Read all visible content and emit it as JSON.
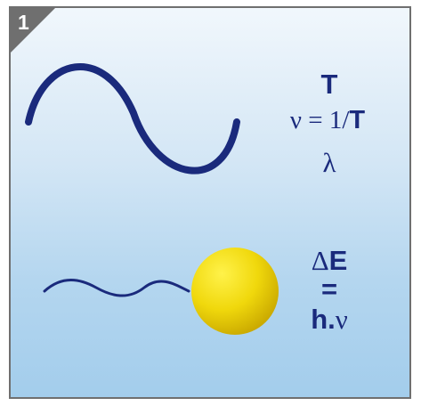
{
  "panel": {
    "number": "1"
  },
  "wave_panel": {
    "period_symbol": "T",
    "frequency_relation": {
      "lhs": "ν = 1/",
      "rhs": "T"
    },
    "wavelength_symbol": "λ"
  },
  "photon_panel": {
    "energy_delta": "ΔE",
    "equals": "=",
    "planck_h": "h.",
    "frequency_symbol": "ν"
  },
  "colors": {
    "ink": "#1a2a7c",
    "frame": "#6f6f6f",
    "ball": "#e8d000"
  }
}
